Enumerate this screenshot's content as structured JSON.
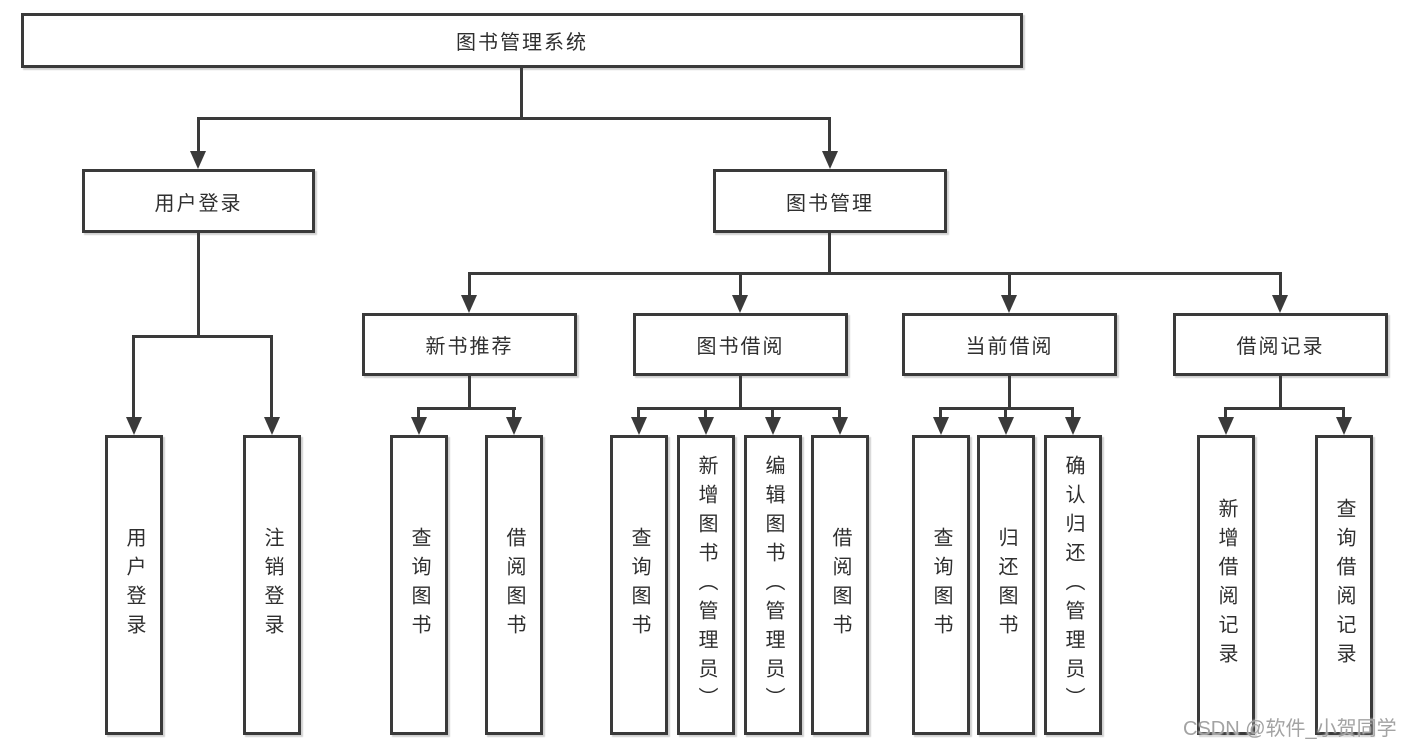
{
  "diagram": {
    "root": "图书管理系统",
    "user_login": {
      "label": "用户登录",
      "children": [
        "用户登录",
        "注销登录"
      ]
    },
    "book_management": {
      "label": "图书管理",
      "sections": [
        {
          "label": "新书推荐",
          "children": [
            "查询图书",
            "借阅图书"
          ]
        },
        {
          "label": "图书借阅",
          "children": [
            "查询图书",
            "新增图书（管理员）",
            "编辑图书（管理员）",
            "借阅图书"
          ]
        },
        {
          "label": "当前借阅",
          "children": [
            "查询图书",
            "归还图书",
            "确认归还（管理员）"
          ]
        },
        {
          "label": "借阅记录",
          "children": [
            "新增借阅记录",
            "查询借阅记录"
          ]
        }
      ]
    }
  },
  "watermark": "CSDN @软件_小贺同学",
  "colors": {
    "line": "#3a3a3a",
    "text": "#2f2f2f",
    "background": "#ffffff",
    "watermark": "#a3a3a3"
  }
}
